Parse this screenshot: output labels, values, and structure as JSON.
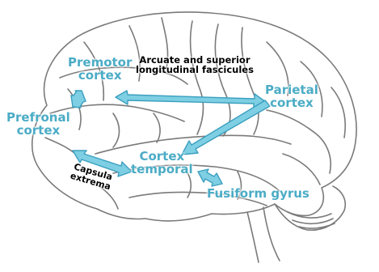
{
  "colors": {
    "region_text": "#4bacc6",
    "tract_text": "#000000",
    "arrow_fill": "#7ecfe3",
    "arrow_stroke": "#3b9fbf",
    "brain_outline": "#777777"
  },
  "regions": {
    "premotor_line1": "Premotor",
    "premotor_line2": "cortex",
    "prefrontal_line1": "Prefronal",
    "prefrontal_line2": "cortex",
    "parietal_line1": "Parietal",
    "parietal_line2": "cortex",
    "temporal_line1": "Cortex",
    "temporal_line2": "temporal",
    "fusiform": "Fusiform gyrus"
  },
  "tracts": {
    "arcuate_line1": "Arcuate and superior",
    "arcuate_line2": "longitudinal fascicules",
    "capsula_line1": "Capsula",
    "capsula_line2": "extrema"
  },
  "icons": {
    "brain": "brain-illustration-icon"
  }
}
